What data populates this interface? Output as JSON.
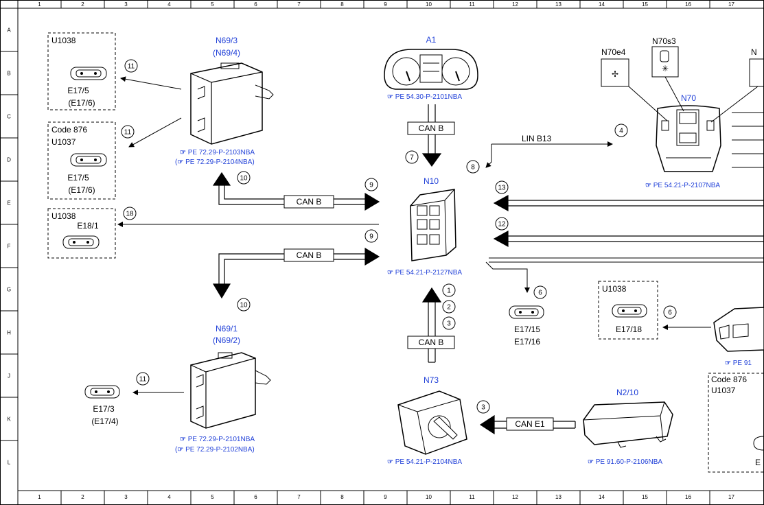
{
  "grid": {
    "columns": [
      "1",
      "2",
      "3",
      "4",
      "5",
      "6",
      "7",
      "8",
      "9",
      "10",
      "11",
      "12",
      "13",
      "14",
      "15",
      "16",
      "17"
    ],
    "rows": [
      "A",
      "B",
      "C",
      "D",
      "E",
      "F",
      "G",
      "H",
      "J",
      "K",
      "L"
    ]
  },
  "components": {
    "A1": {
      "name": "A1",
      "ref": "PE 54.30-P-2101NBA"
    },
    "N10": {
      "name": "N10",
      "ref": "PE 54.21-P-2127NBA"
    },
    "N69_3": {
      "name": "N69/3",
      "alt": "(N69/4)",
      "ref": "PE 72.29-P-2103NBA",
      "ref_alt": "PE 72.29-P-2104NBA"
    },
    "N69_1": {
      "name": "N69/1",
      "alt": "(N69/2)",
      "ref": "PE 72.29-P-2101NBA",
      "ref_alt": "PE 72.29-P-2102NBA"
    },
    "N70": {
      "name": "N70",
      "ref": "PE 54.21-P-2107NBA",
      "e4": "N70e4",
      "s3": "N70s3",
      "cut": "N"
    },
    "N73": {
      "name": "N73",
      "ref": "PE 54.21-P-2104NBA"
    },
    "N2_10": {
      "name": "N2/10",
      "ref": "PE 91.60-P-2106NBA"
    },
    "cut_right": {
      "ref": "PE 91",
      "label": "E"
    }
  },
  "boxes": {
    "b1": {
      "line1": "U1038",
      "c1": "E17/5",
      "c2": "(E17/6)"
    },
    "b2": {
      "line1": "Code 876",
      "line2": "U1037",
      "c1": "E17/5",
      "c2": "(E17/6)"
    },
    "b3": {
      "line1": "U1038",
      "c1": "E18/1"
    },
    "b4": {
      "line1": "U1038",
      "c1": "E17/18"
    },
    "b5": {
      "line1": "Code 876",
      "line2": "U1037"
    }
  },
  "connectors": {
    "e17_3": {
      "l1": "E17/3",
      "l2": "(E17/4)"
    },
    "e17_15": {
      "l1": "E17/15",
      "l2": "E17/16"
    }
  },
  "buses": {
    "can_b": "CAN B",
    "lin_b13": "LIN B13",
    "can_e1": "CAN E1"
  },
  "callouts": {
    "c11a": "11",
    "c11b": "11",
    "c11c": "11",
    "c18": "18",
    "c10a": "10",
    "c10b": "10",
    "c9a": "9",
    "c9b": "9",
    "c7": "7",
    "c8": "8",
    "c4": "4",
    "c13": "13",
    "c12": "12",
    "c6a": "6",
    "c6b": "6",
    "c1": "1",
    "c2": "2",
    "c3a": "3",
    "c3b": "3"
  },
  "colors": {
    "link": "#1f3fd8",
    "line": "#000000",
    "background": "#ffffff"
  }
}
